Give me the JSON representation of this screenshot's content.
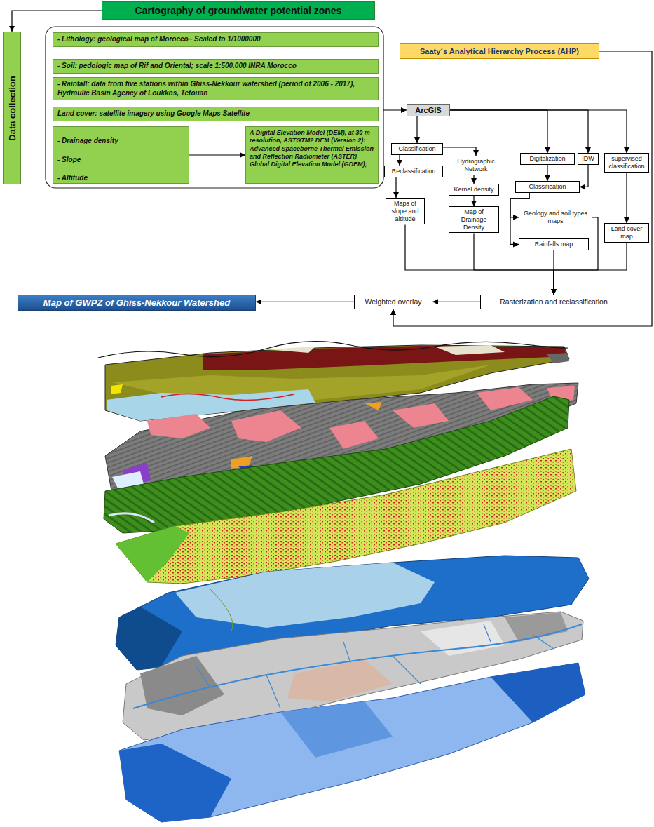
{
  "diagram": {
    "nodes": [
      {
        "text": [
          "Cartography of groundwater potential zones"
        ]
      },
      {
        "text": [
          "Data collection"
        ]
      },
      {
        "text": [
          "- Lithology: geological map of Morocco– Scaled to 1/1000000"
        ]
      },
      {
        "text": [
          "- Soil: pedologic map of Rif and Oriental; scale 1:500.000 INRA Morocco"
        ]
      },
      {
        "text": [
          "- Rainfall: data from five stations within Ghiss-Nekkour watershed (period of 2006 - 2017), Hydraulic Basin Agency of Loukkos, Tetouan"
        ]
      },
      {
        "text": [
          "Land cover: satellite imagery using Google Maps Satellite"
        ]
      },
      {
        "text": [
          "- Drainage density",
          "- Slope",
          "- Altitude"
        ]
      },
      {
        "text": [
          "A Digital Elevation Model (DEM), at 30 m resolution, ASTGTM2 DEM (Version 2): Advanced Spaceborne Thermal Emission and Reflection Radiometer (ASTER) Global Digital Elevation Model (GDEM);"
        ]
      },
      {
        "text": [
          "Saaty´s Analytical Hierarchy Process (AHP)"
        ]
      },
      {
        "text": [
          "ArcGIS"
        ]
      },
      {
        "text": [
          "Classification"
        ]
      },
      {
        "text": [
          "Reclassification"
        ]
      },
      {
        "text": [
          "Hydrographic Network"
        ]
      },
      {
        "text": [
          "Digitalization"
        ]
      },
      {
        "text": [
          "IDW"
        ]
      },
      {
        "text": [
          "supervised classification"
        ]
      },
      {
        "text": [
          "Maps of slope and altitude"
        ]
      },
      {
        "text": [
          "Kernel density"
        ]
      },
      {
        "text": [
          "Classification"
        ]
      },
      {
        "text": [
          "Map of Drainage Density"
        ]
      },
      {
        "text": [
          "Geology and soil types maps"
        ]
      },
      {
        "text": [
          "Land cover map"
        ]
      },
      {
        "text": [
          "Rainfalls map"
        ]
      },
      {
        "text": [
          "Rasterization and reclassification"
        ]
      },
      {
        "text": [
          "Weighted overlay"
        ]
      },
      {
        "text": [
          "Map of GWPZ of Ghiss-Nekkour Watershed"
        ]
      }
    ],
    "edges": [
      {
        "from": 0,
        "to": 1,
        "arrow": "to"
      },
      {
        "from": 6,
        "to": 7,
        "arrow": "to"
      },
      {
        "from": 9,
        "to": 10,
        "arrow": "to"
      },
      {
        "from": 9,
        "to": 13,
        "arrow": "to"
      },
      {
        "from": 9,
        "to": 14,
        "arrow": "to"
      },
      {
        "from": 9,
        "to": 15,
        "arrow": "to"
      },
      {
        "from": 10,
        "to": 11,
        "arrow": "to"
      },
      {
        "from": 10,
        "to": 12,
        "arrow": "to"
      },
      {
        "from": 11,
        "to": 16,
        "arrow": "to"
      },
      {
        "from": 12,
        "to": 17,
        "arrow": "to"
      },
      {
        "from": 17,
        "to": 19,
        "arrow": "to"
      },
      {
        "from": 13,
        "to": 18,
        "arrow": "to"
      },
      {
        "from": 14,
        "to": 18,
        "arrow": "to"
      },
      {
        "from": 18,
        "to": 20,
        "arrow": "to"
      },
      {
        "from": 18,
        "to": 22,
        "arrow": "to"
      },
      {
        "from": 15,
        "to": 21,
        "arrow": "to"
      },
      {
        "from": 16,
        "to": 23,
        "arrow": "to"
      },
      {
        "from": 19,
        "to": 23,
        "arrow": "to"
      },
      {
        "from": 20,
        "to": 23,
        "arrow": "to"
      },
      {
        "from": 22,
        "to": 23,
        "arrow": "to"
      },
      {
        "from": 21,
        "to": 23,
        "arrow": "to"
      },
      {
        "from": 23,
        "to": 24,
        "arrow": "to"
      },
      {
        "from": 24,
        "to": 25,
        "arrow": "to"
      },
      {
        "from": 8,
        "to": 24,
        "arrow": "to"
      }
    ]
  }
}
